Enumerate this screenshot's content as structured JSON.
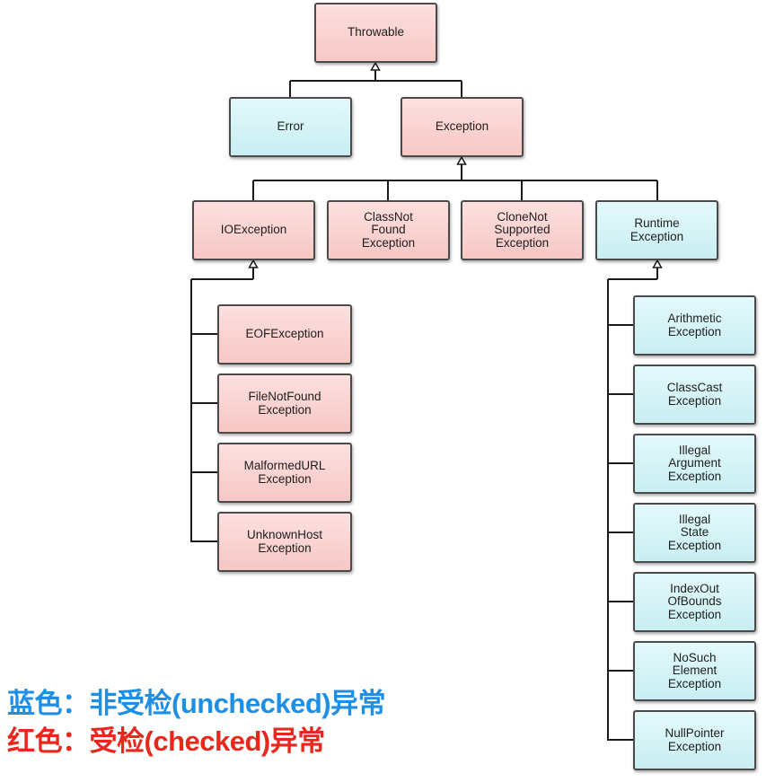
{
  "colors": {
    "checked_fill": "#f6c7c5",
    "unchecked_fill": "#c8eef2",
    "border": "#4a4a4a",
    "legend_blue": "#1f8fe6",
    "legend_red": "#e8281c"
  },
  "nodes": [
    {
      "id": "throwable",
      "label": "Throwable",
      "kind": "checked"
    },
    {
      "id": "error",
      "label": "Error",
      "kind": "unchecked",
      "parent": "throwable"
    },
    {
      "id": "exception",
      "label": "Exception",
      "kind": "checked",
      "parent": "throwable"
    },
    {
      "id": "ioexception",
      "label": "IOException",
      "kind": "checked",
      "parent": "exception"
    },
    {
      "id": "classnotfound",
      "label": "ClassNot\nFound\nException",
      "kind": "checked",
      "parent": "exception"
    },
    {
      "id": "clonenotsupported",
      "label": "CloneNot\nSupported\nException",
      "kind": "checked",
      "parent": "exception"
    },
    {
      "id": "runtime",
      "label": "Runtime\nException",
      "kind": "unchecked",
      "parent": "exception"
    },
    {
      "id": "eof",
      "label": "EOFException",
      "kind": "checked",
      "parent": "ioexception"
    },
    {
      "id": "filenotfound",
      "label": "FileNotFound\nException",
      "kind": "checked",
      "parent": "ioexception"
    },
    {
      "id": "malformedurl",
      "label": "MalformedURL\nException",
      "kind": "checked",
      "parent": "ioexception"
    },
    {
      "id": "unknownhost",
      "label": "UnknownHost\nException",
      "kind": "checked",
      "parent": "ioexception"
    },
    {
      "id": "arithmetic",
      "label": "Arithmetic\nException",
      "kind": "unchecked",
      "parent": "runtime"
    },
    {
      "id": "classcast",
      "label": "ClassCast\nException",
      "kind": "unchecked",
      "parent": "runtime"
    },
    {
      "id": "illegalargument",
      "label": "Illegal\nArgument\nException",
      "kind": "unchecked",
      "parent": "runtime"
    },
    {
      "id": "illegalstate",
      "label": "Illegal\nState\nException",
      "kind": "unchecked",
      "parent": "runtime"
    },
    {
      "id": "indexoutofbounds",
      "label": "IndexOut\nOfBounds\nException",
      "kind": "unchecked",
      "parent": "runtime"
    },
    {
      "id": "nosuchelement",
      "label": "NoSuch\nElement\nException",
      "kind": "unchecked",
      "parent": "runtime"
    },
    {
      "id": "nullpointer",
      "label": "NullPointer\nException",
      "kind": "unchecked",
      "parent": "runtime"
    }
  ],
  "legend": {
    "blue": "蓝色：非受检(unchecked)异常",
    "red": "红色：受检(checked)异常"
  }
}
